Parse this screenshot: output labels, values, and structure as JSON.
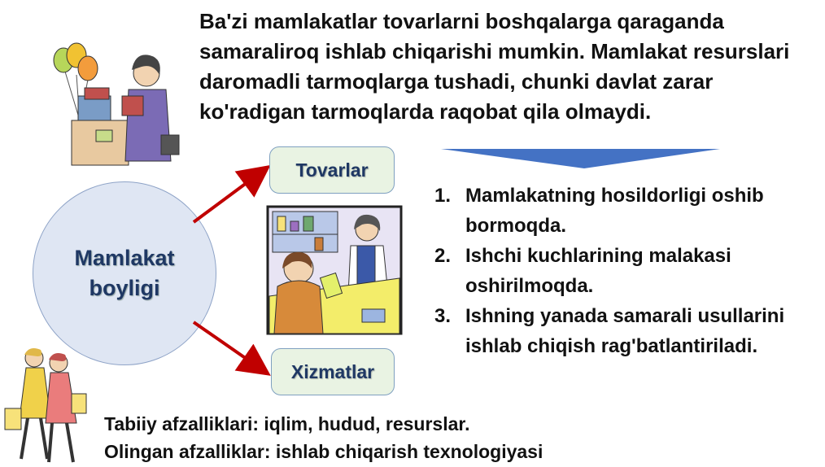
{
  "intro_lines": [
    "Ba'zi mamlakatlar tovarlarni boshqalarga qaraganda",
    "samaraliroq ishlab chiqarishi mumkin. Mamlakat resurslari",
    "daromadli tarmoqlarga tushadi, chunki davlat zarar",
    "ko'radigan tarmoqlarda raqobat qila olmaydi."
  ],
  "center": {
    "line1": "Mamlakat",
    "line2": "boyligi"
  },
  "boxes": {
    "top": "Tovarlar",
    "bottom": "Xizmatlar"
  },
  "list": [
    {
      "num": "1.",
      "text": "Mamlakatning hosildorligi oshib\nbormoqda."
    },
    {
      "num": "2.",
      "text": "Ishchi kuchlarining malakasi\noshirilmoqda."
    },
    {
      "num": "3.",
      "text": "Ishning yanada samarali usullarini\nishlab chiqish rag'batlantiriladi."
    }
  ],
  "bottom_lines": [
    "Tabiiy afzalliklari: iqlim, hudud, resurslar.",
    "Olingan afzalliklar: ishlab chiqarish texnologiyasi"
  ],
  "colors": {
    "circle_fill": "#dfe6f3",
    "box_fill": "#e9f3e3",
    "text_blue": "#1f3864",
    "arrow_red": "#c00000",
    "arrow_blue": "#4472c4"
  },
  "icons": [
    "shopper-with-balloons-clipart",
    "pharmacy-counter-clipart",
    "walking-shoppers-clipart"
  ]
}
